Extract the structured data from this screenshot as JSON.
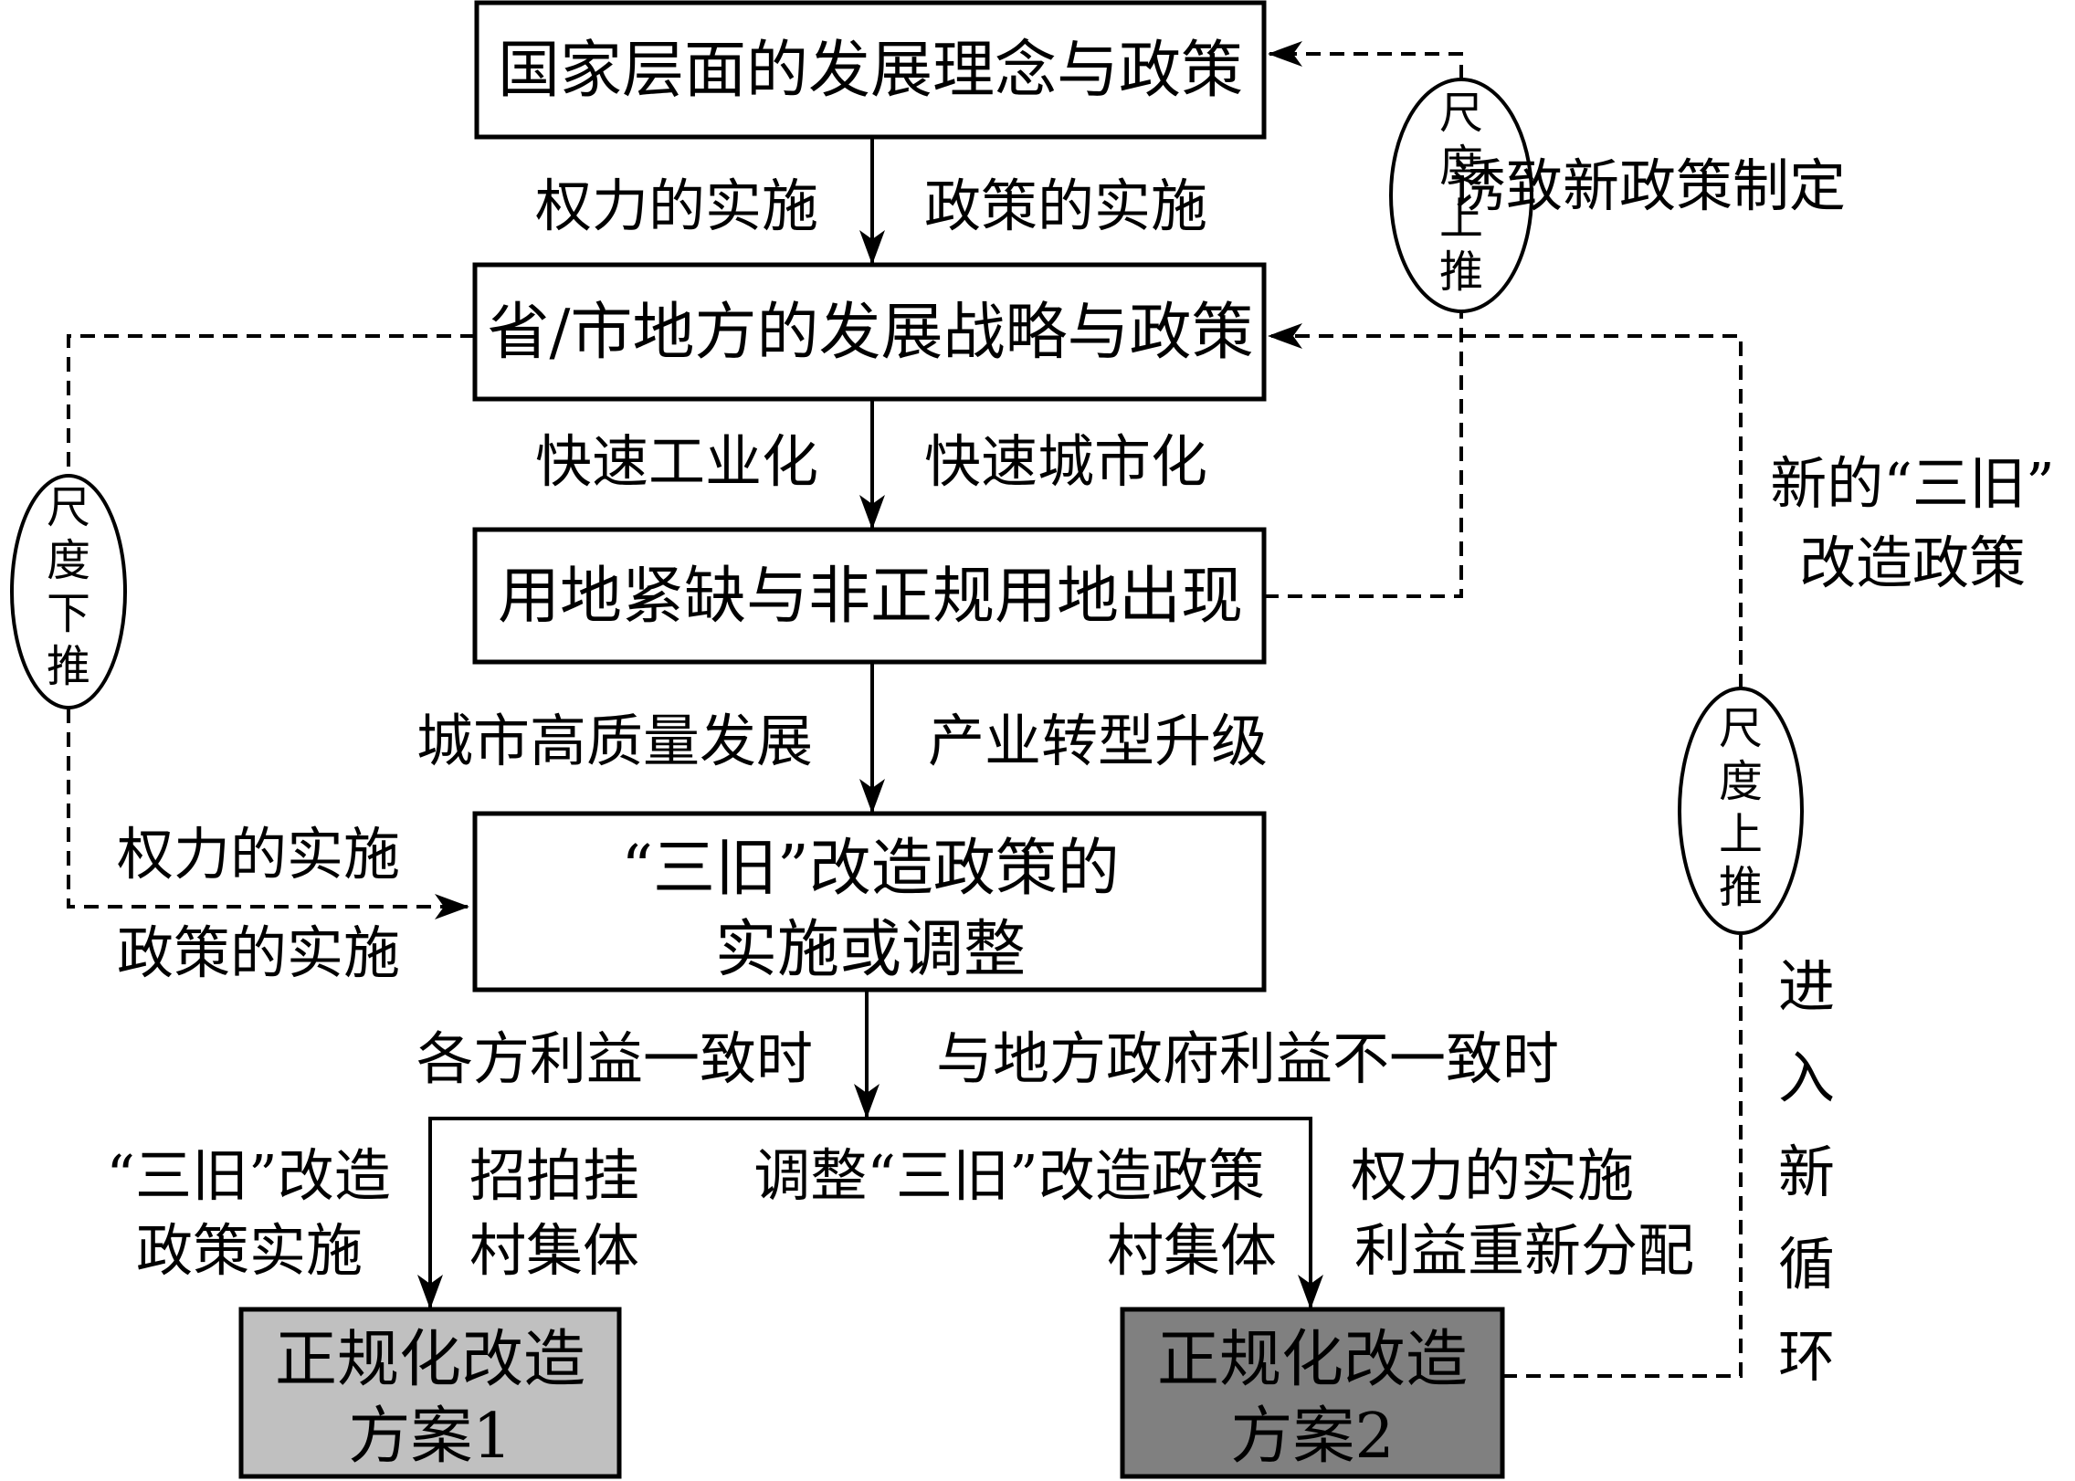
{
  "boxes": {
    "national": {
      "text": "国家层面的发展理念与政策"
    },
    "provincial": {
      "text": "省/市地方的发展战略与政策"
    },
    "land_shortage": {
      "text": "用地紧缺与非正规用地出现"
    },
    "three_old_policy": {
      "line1": "“三旧”改造政策的",
      "line2": "实施或调整"
    },
    "plan1": {
      "line1": "正规化改造",
      "line2": "方案1",
      "fill": "#c0c0c0"
    },
    "plan2": {
      "line1": "正规化改造",
      "line2": "方案2",
      "fill": "#808080"
    }
  },
  "labels": {
    "power_impl_1": "权力的实施",
    "policy_impl_1": "政策的实施",
    "rapid_industrialization": "快速工业化",
    "rapid_urbanization": "快速城市化",
    "urban_quality_dev": "城市高质量发展",
    "industry_upgrade": "产业转型升级",
    "left_power_impl": "权力的实施",
    "left_policy_impl": "政策的实施",
    "interests_aligned": "各方利益一致时",
    "interests_misaligned": "与地方政府利益不一致时",
    "left_branch_l1": "“三旧”改造",
    "left_branch_l2": "政策实施",
    "left_branch_r1": "招拍挂",
    "left_branch_r2": "村集体",
    "right_branch_l1": "调整“三旧”改造政策",
    "right_branch_l2": "村集体",
    "right_branch_r1": "权力的实施",
    "right_branch_r2": "利益重新分配",
    "induce_new_policy": "诱致新政策制定",
    "new_policy_l1": "新的“三旧”",
    "new_policy_l2": "改造政策",
    "new_cycle": [
      "进",
      "入",
      "新",
      "循",
      "环"
    ]
  },
  "ellipses": {
    "scale_down": [
      "尺",
      "度",
      "下",
      "推"
    ],
    "scale_up_top": [
      "尺",
      "度",
      "上",
      "推"
    ],
    "scale_up_bottom": [
      "尺",
      "度",
      "上",
      "推"
    ]
  }
}
